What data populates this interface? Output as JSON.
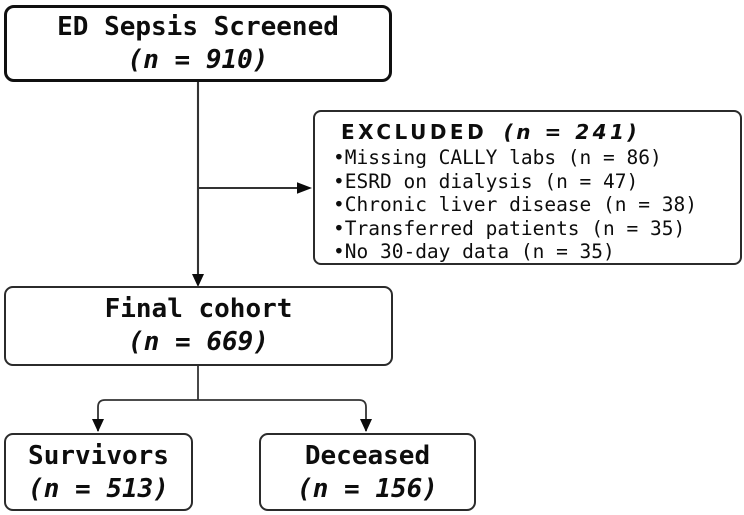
{
  "colors": {
    "background": "#ffffff",
    "text": "#0d0d0d",
    "box_border": "#2b2b2b",
    "connector": "#333333",
    "arrowhead": "#0b0b0b"
  },
  "boxes": {
    "screened": {
      "title": "ED Sepsis Screened",
      "n_line": "(n = 910)"
    },
    "excluded": {
      "title": "EXCLUDED",
      "n_line": "(n = 241)",
      "bullet": "•",
      "items": [
        "Missing CALLY labs (n = 86)",
        "ESRD on dialysis (n = 47)",
        "Chronic liver disease (n = 38)",
        "Transferred patients (n = 35)",
        "No 30-day data (n = 35)"
      ]
    },
    "final_cohort": {
      "title": "Final cohort",
      "n_line": "(n = 669)"
    },
    "survivors": {
      "title": "Survivors",
      "n_line": "(n = 513)"
    },
    "deceased": {
      "title": "Deceased",
      "n_line": "(n = 156)"
    }
  }
}
